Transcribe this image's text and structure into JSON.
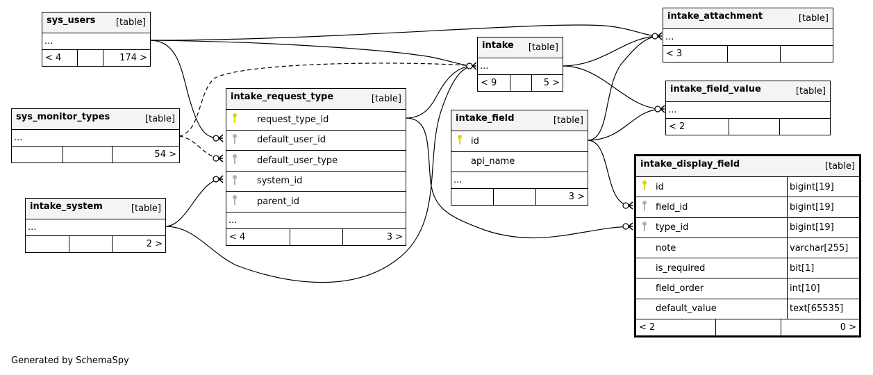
{
  "colors": {
    "primary_key": "#d8d800",
    "foreign_key": "#b0b0b0",
    "header_bg": "#f4f4f4"
  },
  "tables": [
    {
      "id": "sys_users",
      "name": "sys_users",
      "kind": "[table]",
      "columns": [],
      "ellipsis": "...",
      "footer": [
        "< 4",
        "",
        "174 >"
      ]
    },
    {
      "id": "intake_attachment",
      "name": "intake_attachment",
      "kind": "[table]",
      "columns": [],
      "ellipsis": "...",
      "footer": [
        "< 3",
        "",
        ""
      ]
    },
    {
      "id": "intake",
      "name": "intake",
      "kind": "[table]",
      "columns": [],
      "ellipsis": "...",
      "footer": [
        "< 9",
        "",
        "5 >"
      ]
    },
    {
      "id": "intake_field_value",
      "name": "intake_field_value",
      "kind": "[table]",
      "columns": [],
      "ellipsis": "...",
      "footer": [
        "< 2",
        "",
        ""
      ]
    },
    {
      "id": "intake_request_type",
      "name": "intake_request_type",
      "kind": "[table]",
      "columns": [
        {
          "name": "request_type_id",
          "key": "primary"
        },
        {
          "name": "default_user_id",
          "key": "foreign"
        },
        {
          "name": "default_user_type",
          "key": "foreign"
        },
        {
          "name": "system_id",
          "key": "foreign"
        },
        {
          "name": "parent_id",
          "key": "foreign"
        }
      ],
      "ellipsis": "...",
      "footer": [
        "< 4",
        "",
        "3 >"
      ]
    },
    {
      "id": "sys_monitor_types",
      "name": "sys_monitor_types",
      "kind": "[table]",
      "columns": [],
      "ellipsis": "...",
      "footer": [
        "",
        "",
        "54 >"
      ]
    },
    {
      "id": "intake_field",
      "name": "intake_field",
      "kind": "[table]",
      "columns": [
        {
          "name": "id",
          "key": "primary"
        },
        {
          "name": "api_name",
          "key": ""
        }
      ],
      "ellipsis": "...",
      "footer": [
        "",
        "",
        "3 >"
      ]
    },
    {
      "id": "intake_system",
      "name": "intake_system",
      "kind": "[table]",
      "columns": [],
      "ellipsis": "...",
      "footer": [
        "",
        "",
        "2 >"
      ]
    },
    {
      "id": "intake_display_field",
      "name": "intake_display_field",
      "kind": "[table]",
      "columns": [
        {
          "name": "id",
          "key": "primary",
          "type": "bigint[19]"
        },
        {
          "name": "field_id",
          "key": "foreign",
          "type": "bigint[19]"
        },
        {
          "name": "type_id",
          "key": "foreign",
          "type": "bigint[19]"
        },
        {
          "name": "note",
          "key": "",
          "type": "varchar[255]"
        },
        {
          "name": "is_required",
          "key": "",
          "type": "bit[1]"
        },
        {
          "name": "field_order",
          "key": "",
          "type": "int[10]"
        },
        {
          "name": "default_value",
          "key": "",
          "type": "text[65535]"
        }
      ],
      "ellipsis": null,
      "footer": [
        "< 2",
        "",
        "0 >"
      ]
    }
  ],
  "generated_by": "Generated by SchemaSpy"
}
